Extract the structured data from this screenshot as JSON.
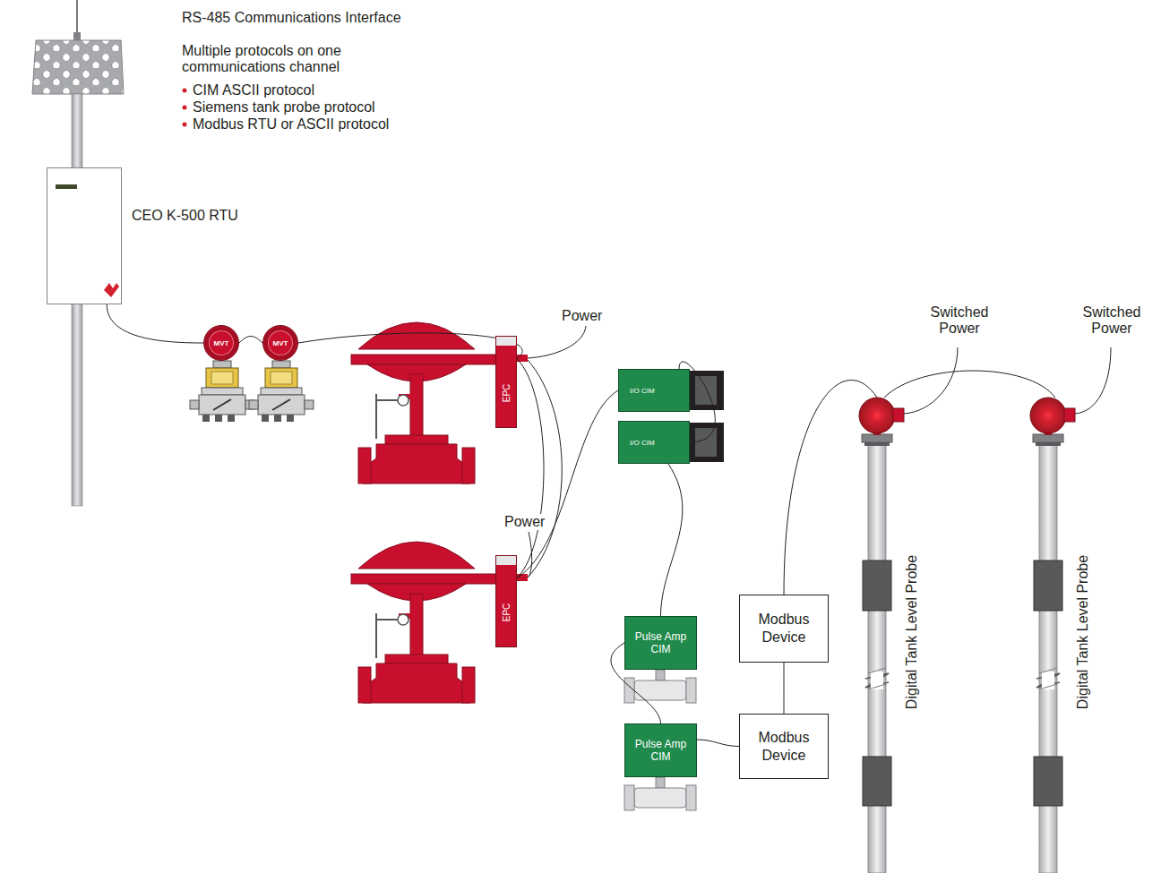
{
  "diagram": {
    "title": "RS-485 Communications Interface",
    "nodes": [
      {
        "text": [
          "CEO K-500 RTU"
        ]
      },
      {
        "text": [
          "MVT"
        ]
      },
      {
        "text": [
          "MVT"
        ]
      },
      {
        "text": [
          "EPC"
        ]
      },
      {
        "text": [
          "EPC"
        ]
      },
      {
        "text": [
          "I/O CIM"
        ]
      },
      {
        "text": [
          "I/O CIM"
        ]
      },
      {
        "text": [
          "Pulse Amp CIM"
        ]
      },
      {
        "text": [
          "Pulse Amp CIM"
        ]
      },
      {
        "text": [
          "Modbus Device"
        ]
      },
      {
        "text": [
          "Modbus Device"
        ]
      },
      {
        "text": [
          "Digital Tank Level Probe"
        ]
      },
      {
        "text": [
          "Digital Tank Level Probe"
        ]
      }
    ],
    "edges": [
      {
        "from": 0,
        "to": 1,
        "arrow": "none"
      },
      {
        "from": 1,
        "to": 2,
        "arrow": "none"
      },
      {
        "from": 2,
        "to": 3,
        "arrow": "none"
      },
      {
        "from": 3,
        "to": 4,
        "arrow": "none"
      },
      {
        "from": 4,
        "to": 5,
        "arrow": "none"
      },
      {
        "from": 5,
        "to": 6,
        "arrow": "none"
      },
      {
        "from": 6,
        "to": 7,
        "arrow": "none"
      },
      {
        "from": 7,
        "to": 8,
        "arrow": "none"
      },
      {
        "from": 8,
        "to": 10,
        "arrow": "none"
      },
      {
        "from": 10,
        "to": 9,
        "arrow": "none"
      },
      {
        "from": 9,
        "to": 11,
        "arrow": "none"
      },
      {
        "from": 11,
        "to": 12,
        "arrow": "none"
      }
    ],
    "labels": [
      "Multiple protocols on one communications channel",
      "CIM ASCII protocol",
      "Siemens tank probe protocol",
      "Modbus RTU or ASCII protocol",
      "Power",
      "Power",
      "Switched Power",
      "Switched Power"
    ]
  }
}
